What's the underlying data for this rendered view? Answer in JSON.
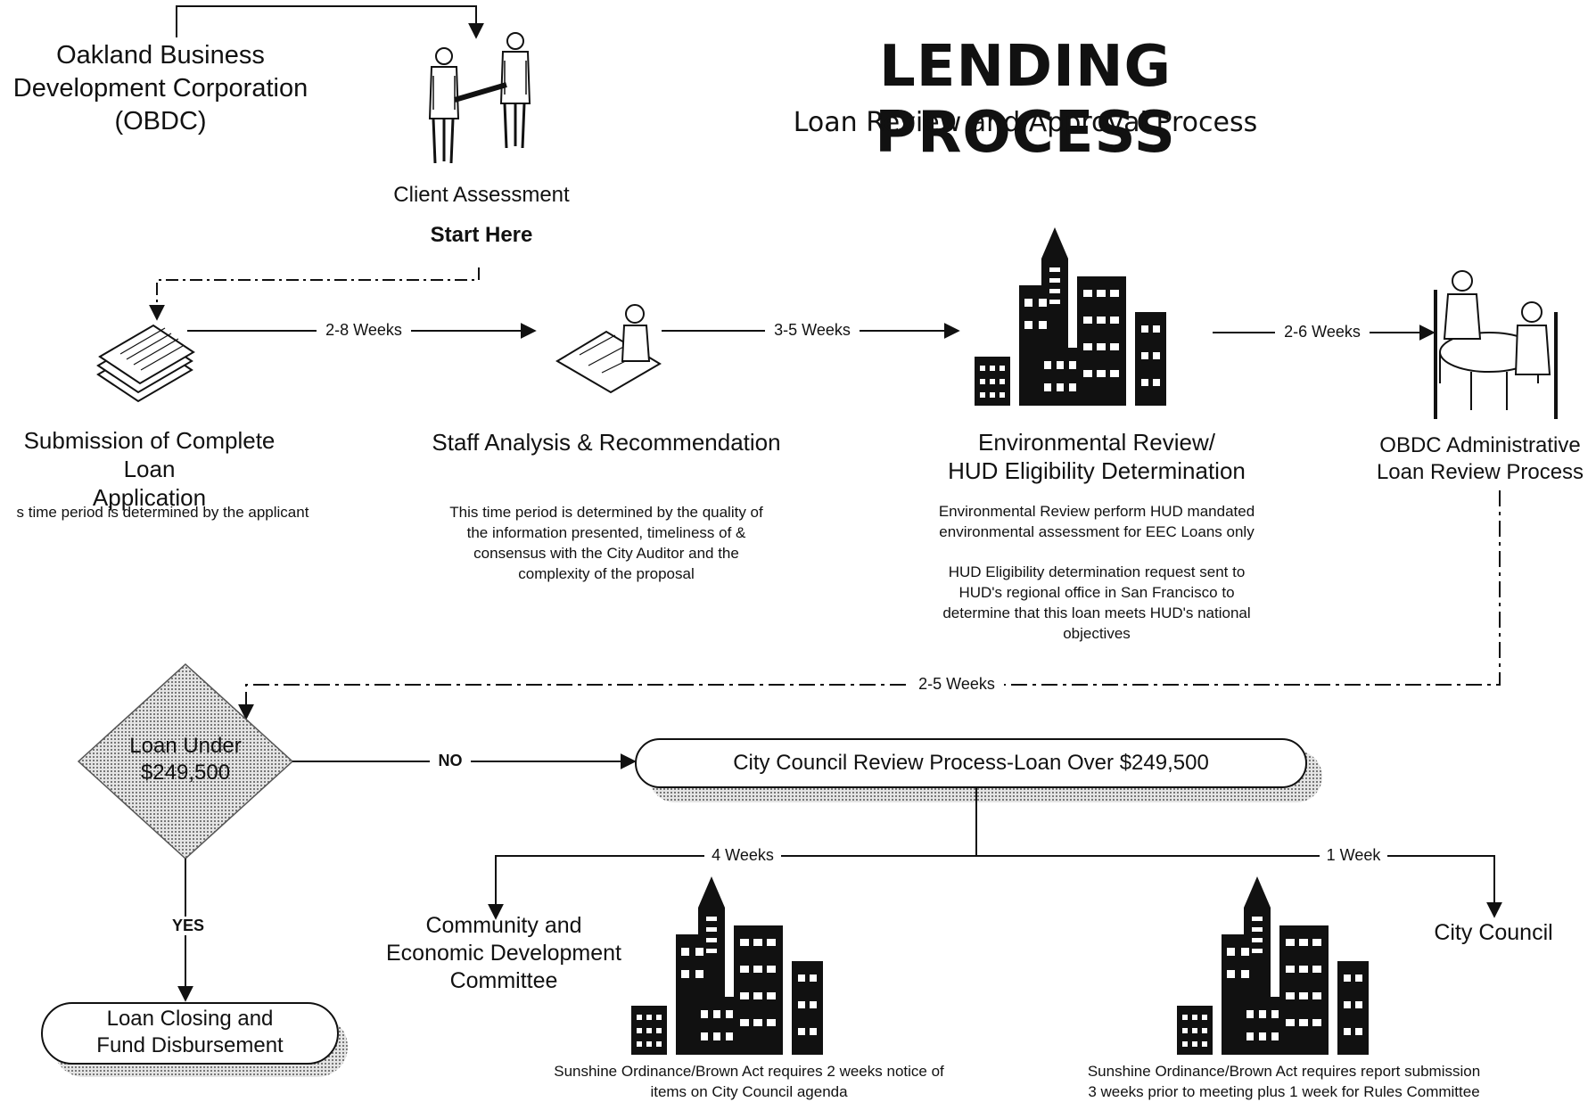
{
  "header": {
    "title": "LENDING PROCESS",
    "subtitle": "Loan Review and Approval Process"
  },
  "nodes": {
    "obdc": "Oakland Business\nDevelopment Corporation\n(OBDC)",
    "client_assessment": "Client Assessment",
    "start_here": "Start Here",
    "submission": "Submission of Complete Loan\nApplication",
    "submission_note": "s time period is determined by the applicant",
    "staff": "Staff Analysis & Recommendation",
    "staff_note": "This time period is determined by the quality of\nthe information presented, timeliness of &\nconsensus with the City Auditor and the\ncomplexity of the proposal",
    "env": "Environmental Review/\nHUD Eligibility Determination",
    "env_note_1": "Environmental Review perform HUD mandated\nenvironmental assessment for EEC Loans only",
    "env_note_2": "HUD Eligibility determination request sent to\nHUD's regional office in San Francisco to\ndetermine that this loan meets HUD's national\nobjectives",
    "obdc_admin": "OBDC Administrative\nLoan Review Process",
    "decision": "Loan Under\n$249,500",
    "council_review": "City Council Review Process-Loan Over $249,500",
    "closing": "Loan Closing and\nFund Disbursement",
    "committee": "Community and\nEconomic Development\nCommittee",
    "city_council": "City Council",
    "sunshine_1": "Sunshine Ordinance/Brown Act requires 2 weeks notice of\nitems on City Council agenda",
    "sunshine_2": "Sunshine Ordinance/Brown Act requires report submission\n3 weeks prior to meeting plus 1 week for Rules Committee"
  },
  "arrows": {
    "a1": "2-8 Weeks",
    "a2": "3-5 Weeks",
    "a3": "2-6 Weeks",
    "a4": "2-5 Weeks",
    "no": "NO",
    "yes": "YES",
    "w4": "4 Weeks",
    "w1": "1 Week"
  },
  "icons": [
    "handshake-icon",
    "documents-icon",
    "analyst-desk-icon",
    "city-buildings-icon",
    "meeting-table-icon"
  ]
}
